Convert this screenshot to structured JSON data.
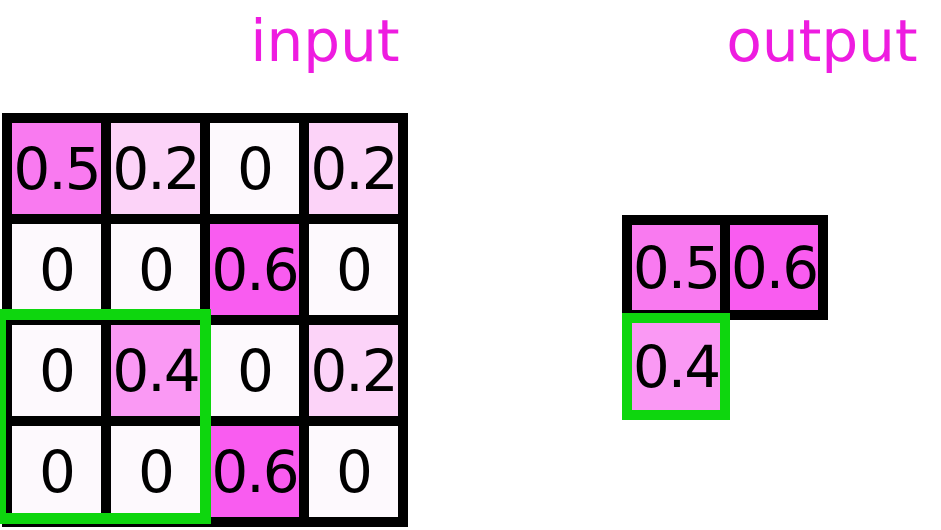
{
  "titles": {
    "input": "input",
    "output": "output"
  },
  "colors": {
    "title": "#ee1ce0",
    "border": "#000000",
    "highlight_green": "#0ed60e",
    "value_fills": {
      "0": "#fdf9fd",
      "0.2": "#fcd3f8",
      "0.4": "#fa99f4",
      "0.5": "#f97af0",
      "0.6": "#f95cf0"
    }
  },
  "input_grid": {
    "rows": 4,
    "cols": 4,
    "cells": [
      [
        "0.5",
        "0.2",
        "0",
        "0.2"
      ],
      [
        "0",
        "0",
        "0.6",
        "0"
      ],
      [
        "0",
        "0.4",
        "0",
        "0.2"
      ],
      [
        "0",
        "0",
        "0.6",
        "0"
      ]
    ],
    "highlight_window": {
      "row_start": 2,
      "col_start": 0,
      "row_span": 2,
      "col_span": 2
    }
  },
  "output_grid": {
    "cells": [
      [
        "0.5",
        "0.6"
      ],
      [
        "0.4"
      ]
    ],
    "highlight_cell": {
      "row": 1,
      "col": 0
    }
  }
}
